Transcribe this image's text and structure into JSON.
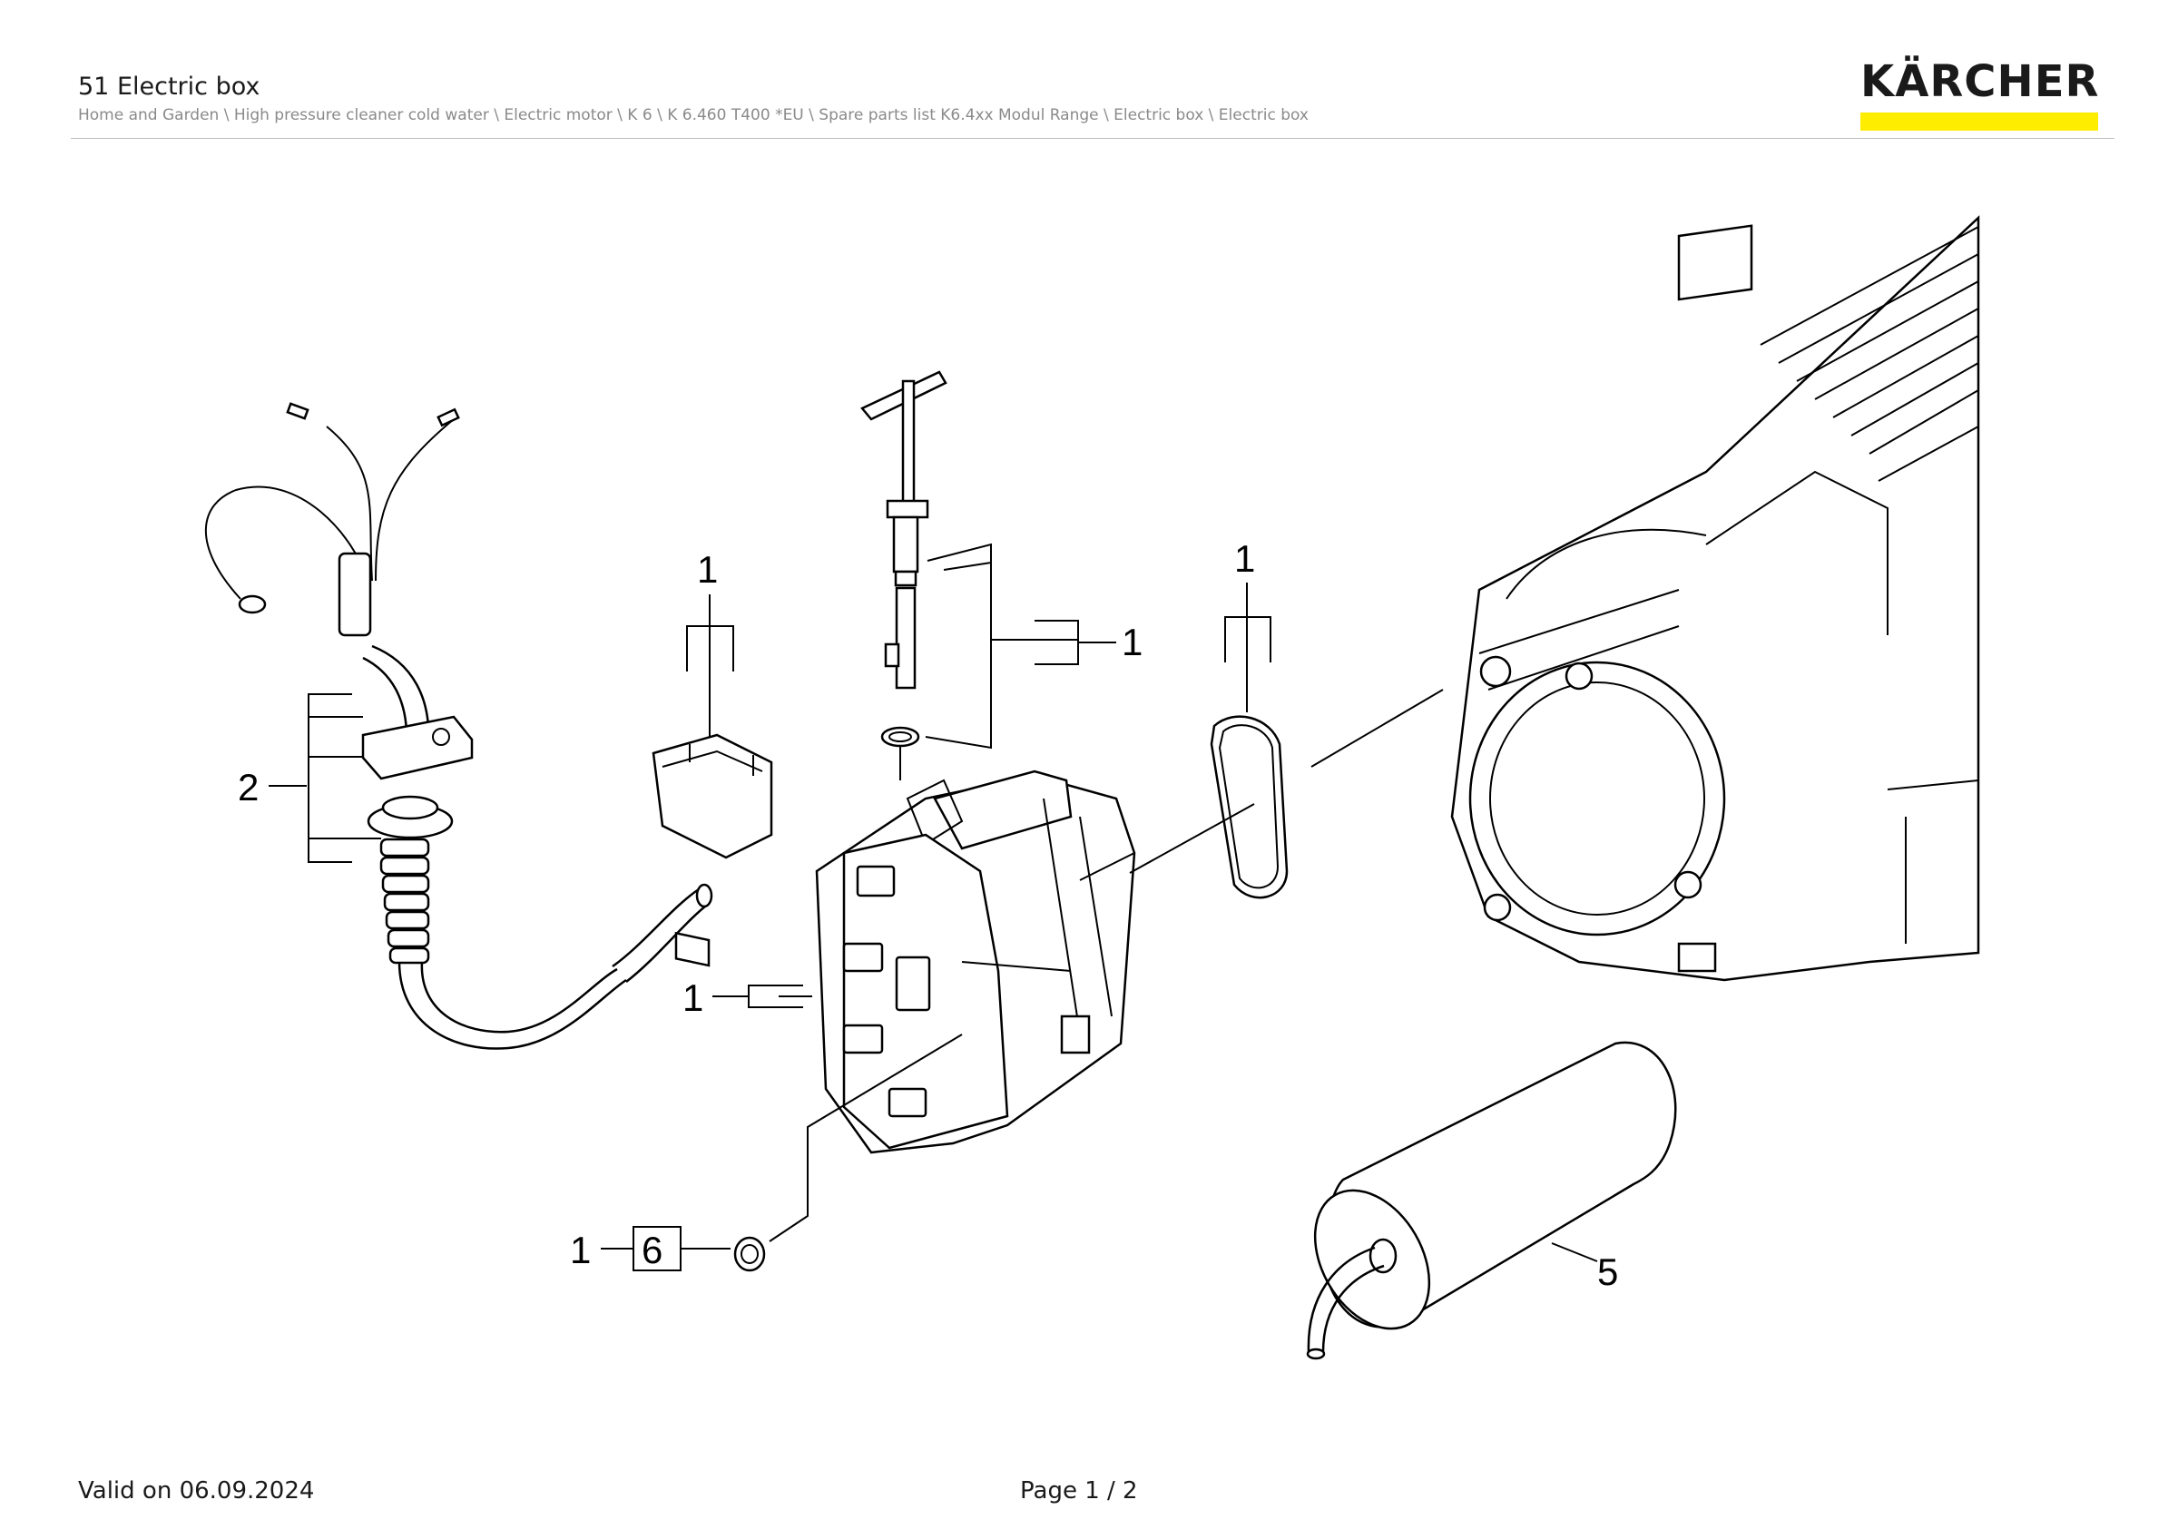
{
  "header": {
    "title": "51 Electric box",
    "breadcrumb": "Home and Garden \\ High pressure cleaner cold water \\ Electric motor \\ K 6 \\ K 6.460 T400 *EU \\ Spare parts list K6.4xx Modul Range \\ Electric box \\ Electric box",
    "logo_text": "KÄRCHER",
    "logo_bar_color": "#ffed00"
  },
  "drawing": {
    "labels": {
      "cable_group": "2",
      "switch_top": "1",
      "pin_group": "1",
      "oring": "1",
      "box_side": "1",
      "plug_group": "1",
      "plug_item": "6",
      "capacitor": "5"
    }
  },
  "footer": {
    "valid_on": "Valid on 06.09.2024",
    "page": "Page 1 / 2"
  }
}
